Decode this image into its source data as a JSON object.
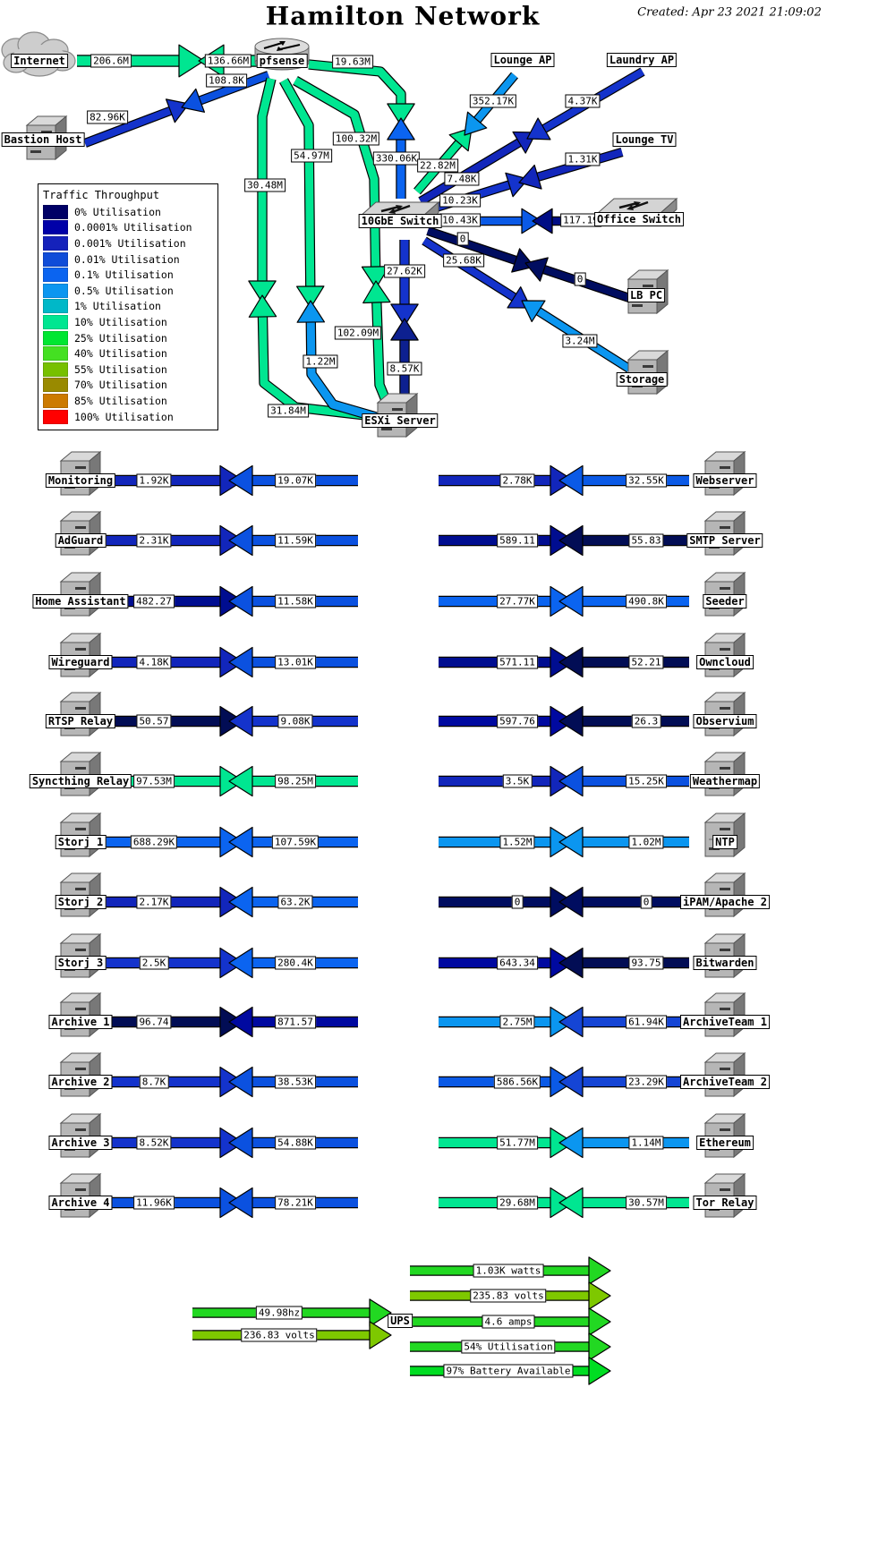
{
  "header": {
    "title": "Hamilton Network",
    "created": "Created: Apr 23 2021 21:09:02"
  },
  "legend": {
    "title": "Traffic Throughput",
    "entries": [
      {
        "label": "0% Utilisation",
        "color": "#000066"
      },
      {
        "label": "0.0001% Utilisation",
        "color": "#0000a8"
      },
      {
        "label": "0.001% Utilisation",
        "color": "#1522bb"
      },
      {
        "label": "0.01% Utilisation",
        "color": "#0f4cd8"
      },
      {
        "label": "0.1% Utilisation",
        "color": "#0b64f0"
      },
      {
        "label": "0.5% Utilisation",
        "color": "#0b96f0"
      },
      {
        "label": "1% Utilisation",
        "color": "#00b8c8"
      },
      {
        "label": "10% Utilisation",
        "color": "#00e691"
      },
      {
        "label": "25% Utilisation",
        "color": "#00e632"
      },
      {
        "label": "40% Utilisation",
        "color": "#44e022"
      },
      {
        "label": "55% Utilisation",
        "color": "#77c000"
      },
      {
        "label": "70% Utilisation",
        "color": "#998a00"
      },
      {
        "label": "85% Utilisation",
        "color": "#cc7a00"
      },
      {
        "label": "100% Utilisation",
        "color": "#ff0000"
      }
    ]
  },
  "nodes": {
    "internet": "Internet",
    "pfsense": "pfsense",
    "bastion": "Bastion Host",
    "lounge_ap": "Lounge AP",
    "laundry_ap": "Laundry AP",
    "lounge_tv": "Lounge TV",
    "office_switch": "Office Switch",
    "switch10": "10GbE Switch",
    "lb_pc": "LB PC",
    "storage": "Storage",
    "esxi": "ESXi Server",
    "ups": "UPS"
  },
  "top_links": [
    {
      "id": "internet-out",
      "value": "206.6M",
      "color": "#00e691"
    },
    {
      "id": "internet-in",
      "value": "136.66M",
      "color": "#00e691"
    },
    {
      "id": "bastion-out",
      "value": "82.96K",
      "color": "#1433cc"
    },
    {
      "id": "bastion-in",
      "value": "108.8K",
      "color": "#0b51e0"
    },
    {
      "id": "pf-sw-out",
      "value": "19.63M",
      "color": "#00e691"
    },
    {
      "id": "pf-sw-in",
      "value": "330.06K",
      "color": "#0b64f0"
    },
    {
      "id": "pf-esxi1-out",
      "value": "30.48M",
      "color": "#00e691"
    },
    {
      "id": "pf-esxi1-in",
      "value": "31.84M",
      "color": "#00e691"
    },
    {
      "id": "pf-esxi2-out",
      "value": "54.97M",
      "color": "#00e691"
    },
    {
      "id": "pf-esxi2-in",
      "value": "1.22M",
      "color": "#0b96f0"
    },
    {
      "id": "pf-esxi3-out",
      "value": "100.32M",
      "color": "#00e691"
    },
    {
      "id": "pf-esxi3-in",
      "value": "102.09M",
      "color": "#00e691"
    },
    {
      "id": "sw-esxi-out",
      "value": "27.62K",
      "color": "#1433cc"
    },
    {
      "id": "sw-esxi-in",
      "value": "8.57K",
      "color": "#0d2090"
    },
    {
      "id": "loungeap-out",
      "value": "22.82M",
      "color": "#00e691"
    },
    {
      "id": "loungeap-in",
      "value": "352.17K",
      "color": "#0b96f0"
    },
    {
      "id": "laundryap-out",
      "value": "7.48K",
      "color": "#1226bb"
    },
    {
      "id": "laundryap-in",
      "value": "4.37K",
      "color": "#1433cc"
    },
    {
      "id": "loungetv-out",
      "value": "10.23K",
      "color": "#1433cc"
    },
    {
      "id": "loungetv-in",
      "value": "1.31K",
      "color": "#1226bb"
    },
    {
      "id": "officesw-out",
      "value": "10.43K",
      "color": "#0b5ae6"
    },
    {
      "id": "officesw-in",
      "value": "117.19",
      "color": "#000d85"
    },
    {
      "id": "lbpc-out",
      "value": "0",
      "color": "#000d60"
    },
    {
      "id": "lbpc-in",
      "value": "0",
      "color": "#000d60"
    },
    {
      "id": "storage-out",
      "value": "25.68K",
      "color": "#1433cc"
    },
    {
      "id": "storage-in",
      "value": "3.24M",
      "color": "#0b96f0"
    }
  ],
  "rows_left": [
    {
      "name": "Monitoring",
      "out": "1.92K",
      "out_color": "#1226bb",
      "in": "19.07K",
      "in_color": "#0b51e0"
    },
    {
      "name": "AdGuard",
      "out": "2.31K",
      "out_color": "#1226bb",
      "in": "11.59K",
      "in_color": "#0b51e0"
    },
    {
      "name": "Home Assistant",
      "out": "482.27",
      "out_color": "#000d90",
      "in": "11.58K",
      "in_color": "#0b51e0"
    },
    {
      "name": "Wireguard",
      "out": "4.18K",
      "out_color": "#1226bb",
      "in": "13.01K",
      "in_color": "#0b51e0"
    },
    {
      "name": "RTSP Relay",
      "out": "50.57",
      "out_color": "#020d55",
      "in": "9.08K",
      "in_color": "#1433cc"
    },
    {
      "name": "Syncthing Relay",
      "out": "97.53M",
      "out_color": "#00e691",
      "in": "98.25M",
      "in_color": "#00e691"
    },
    {
      "name": "Storj 1",
      "out": "688.29K",
      "out_color": "#0b64f0",
      "in": "107.59K",
      "in_color": "#0b64f0"
    },
    {
      "name": "Storj 2",
      "out": "2.17K",
      "out_color": "#1226bb",
      "in": "63.2K",
      "in_color": "#0b64f0"
    },
    {
      "name": "Storj 3",
      "out": "2.5K",
      "out_color": "#1433cc",
      "in": "280.4K",
      "in_color": "#0b64f0"
    },
    {
      "name": "Archive 1",
      "out": "96.74",
      "out_color": "#020d55",
      "in": "871.57",
      "in_color": "#0009a0"
    },
    {
      "name": "Archive 2",
      "out": "8.7K",
      "out_color": "#1433cc",
      "in": "38.53K",
      "in_color": "#0b51e0"
    },
    {
      "name": "Archive 3",
      "out": "8.52K",
      "out_color": "#1433cc",
      "in": "54.88K",
      "in_color": "#0b51e0"
    },
    {
      "name": "Archive 4",
      "out": "11.96K",
      "out_color": "#0b51e0",
      "in": "78.21K",
      "in_color": "#0b51e0"
    }
  ],
  "rows_right": [
    {
      "name": "Webserver",
      "out": "2.78K",
      "out_color": "#1226bb",
      "in": "32.55K",
      "in_color": "#0b5ae6"
    },
    {
      "name": "SMTP Server",
      "out": "589.11",
      "out_color": "#000d90",
      "in": "55.83",
      "in_color": "#020d55"
    },
    {
      "name": "Seeder",
      "out": "27.77K",
      "out_color": "#0b64f0",
      "in": "490.8K",
      "in_color": "#0b64f0"
    },
    {
      "name": "Owncloud",
      "out": "571.11",
      "out_color": "#000d90",
      "in": "52.21",
      "in_color": "#020d55"
    },
    {
      "name": "Observium",
      "out": "597.76",
      "out_color": "#0009a0",
      "in": "26.3",
      "in_color": "#020d55"
    },
    {
      "name": "Weathermap",
      "out": "3.5K",
      "out_color": "#1226bb",
      "in": "15.25K",
      "in_color": "#0b51e0"
    },
    {
      "name": "NTP",
      "out": "1.52M",
      "out_color": "#0b96f0",
      "in": "1.02M",
      "in_color": "#0b96f0"
    },
    {
      "name": "iPAM/Apache 2",
      "out": "0",
      "out_color": "#000d60",
      "in": "0",
      "in_color": "#000d60"
    },
    {
      "name": "Bitwarden",
      "out": "643.34",
      "out_color": "#0009a0",
      "in": "93.75",
      "in_color": "#020d55"
    },
    {
      "name": "ArchiveTeam 1",
      "out": "2.75M",
      "out_color": "#0b96f0",
      "in": "61.94K",
      "in_color": "#1545d5"
    },
    {
      "name": "ArchiveTeam 2",
      "out": "586.56K",
      "out_color": "#0b5ae6",
      "in": "23.29K",
      "in_color": "#1545d5"
    },
    {
      "name": "Ethereum",
      "out": "51.77M",
      "out_color": "#00e691",
      "in": "1.14M",
      "in_color": "#0b96f0"
    },
    {
      "name": "Tor Relay",
      "out": "29.68M",
      "out_color": "#00e691",
      "in": "30.57M",
      "in_color": "#00e691"
    }
  ],
  "ups": {
    "inputs": [
      {
        "value": "49.98hz",
        "color": "#22d822"
      },
      {
        "value": "236.83 volts",
        "color": "#7ec800"
      }
    ],
    "outputs": [
      {
        "value": "1.03K watts",
        "color": "#22d822"
      },
      {
        "value": "235.83 volts",
        "color": "#7ec800"
      },
      {
        "value": "4.6 amps",
        "color": "#22d822"
      },
      {
        "value": "54% Utilisation",
        "color": "#22d822"
      },
      {
        "value": "97% Battery Available",
        "color": "#00dd22"
      }
    ]
  }
}
